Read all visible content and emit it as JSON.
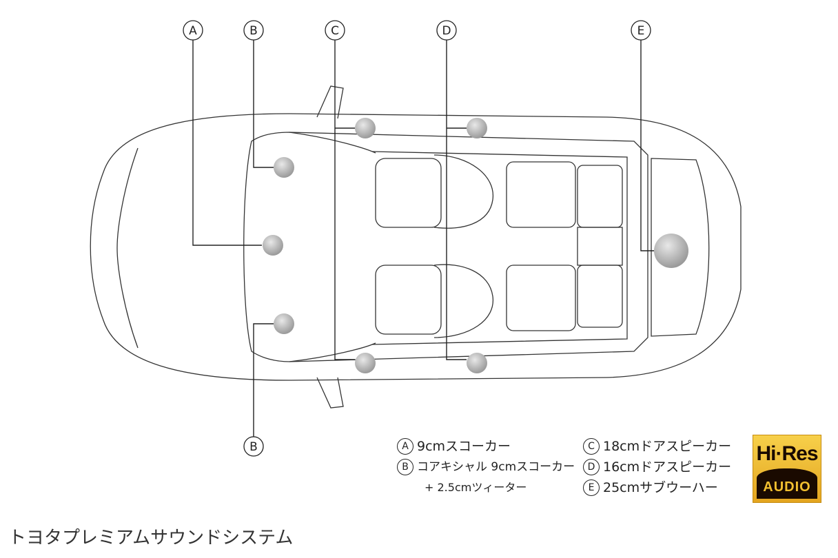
{
  "markers": [
    "A",
    "B",
    "C",
    "D",
    "E"
  ],
  "legend": [
    {
      "key": "A",
      "text": "9cmスコーカー"
    },
    {
      "key": "B",
      "text": "コアキシャル 9cmスコーカー",
      "sub": "+ 2.5cmツィーター"
    },
    {
      "key": "C",
      "text": "18cmドアスピーカー"
    },
    {
      "key": "D",
      "text": "16cmドアスピーカー"
    },
    {
      "key": "E",
      "text": "25cmサブウーハー"
    }
  ],
  "logo": {
    "top": "Hi·Res",
    "bottom": "AUDIO"
  },
  "caption": "トヨタプレミアムサウンドシステム",
  "colors": {
    "speaker": "#b8b8b8",
    "logo_gold": "#f0c040",
    "logo_dark": "#1a0a00"
  }
}
